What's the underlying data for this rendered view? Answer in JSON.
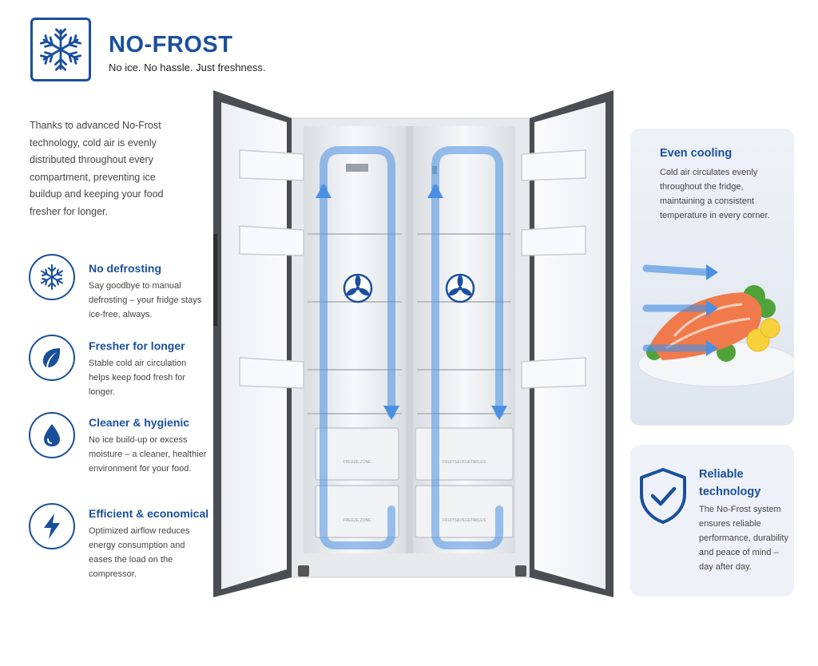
{
  "header": {
    "title": "NO-FROST",
    "tagline": "No ice. No hassle. Just freshness."
  },
  "intro": "Thanks to advanced No-Frost technology, cold air is evenly distributed throughout every compartment, preventing ice buildup and keeping your food fresher for longer.",
  "features": [
    {
      "icon": "snowflake-icon",
      "title": "No defrosting",
      "desc": "Say goodbye to manual defrosting – your fridge stays ice-free, always."
    },
    {
      "icon": "leaf-icon",
      "title": "Fresher for longer",
      "desc": "Stable cold air circulation helps keep food fresh for longer."
    },
    {
      "icon": "droplet-icon",
      "title": "Cleaner & hygienic",
      "desc": "No ice build-up or excess moisture – a cleaner, healthier environment for your food."
    },
    {
      "icon": "lightning-icon",
      "title": "Efficient & economical",
      "desc": "Optimized airflow reduces energy consumption and eases the load on the compressor."
    }
  ],
  "cards": {
    "even_cooling": {
      "title": "Even cooling",
      "desc": "Cold air circulates evenly throughout the fridge, maintaining a consistent temperature in every corner."
    },
    "reliable": {
      "title": "Reliable technology",
      "desc": "The No-Frost system ensures reliable performance, durability and peace of mind – day after day."
    }
  },
  "fridge": {
    "drawer_left": "FREEZE ZONE",
    "drawer_right": "FRUITS&VEGETABLES"
  },
  "colors": {
    "brand": "#1a4f9c",
    "airflow": "#4a90e2",
    "fridge_body": "#4a4d52"
  }
}
